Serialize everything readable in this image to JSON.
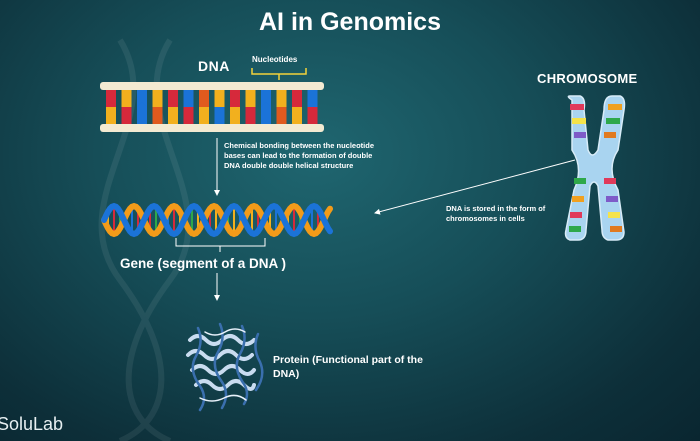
{
  "title": "AI in Genomics",
  "labels": {
    "dna": "DNA",
    "nucleotides": "Nucleotides",
    "bonding": "Chemical bonding between the nucleotide bases can  lead to the formation of double DNA double double helical structure",
    "chromosome": "CHROMOSOME",
    "stored": "DNA is stored in the form of chromosomes in cells",
    "gene": "Gene (segment of a DNA )",
    "protein": "Protein (Functional part of the DNA)"
  },
  "brand": "SoluLab",
  "colors": {
    "background": "#164e58",
    "strand_cream": "#f3ead2",
    "helix_blue": "#1b73d8",
    "helix_orange": "#f39b19",
    "chromosome_blue": "#a9d4f0",
    "arrow": "#ffffff"
  },
  "icons": {
    "dna_strip": "dna-ladder-icon",
    "helix": "double-helix-icon",
    "chromosome": "chromosome-icon",
    "protein": "protein-ribbon-icon"
  }
}
